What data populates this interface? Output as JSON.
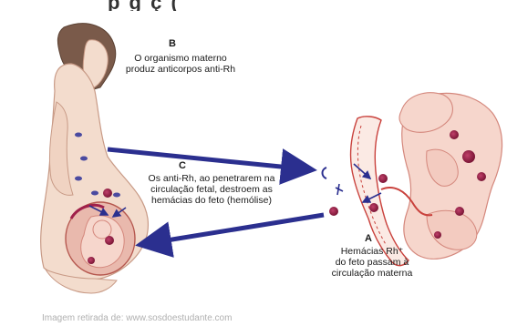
{
  "header_fragment": "p    g     ç          (",
  "labels": {
    "b_letter": "B",
    "b_text_1": "O organismo materno",
    "b_text_2": "produz anticorpos anti-Rh",
    "c_letter": "C",
    "c_text_1": "Os anti-Rh, ao penetrarem na",
    "c_text_2": "circulação fetal, destroem as",
    "c_text_3": "hemácias do feto (hemólise)",
    "a_letter": "A",
    "a_text_1": "Hemácias Rh⁺",
    "a_text_2": "do feto passam à",
    "a_text_3": "circulação materna"
  },
  "credit": "Imagem retirada de: www.sosdoestudante.com",
  "colors": {
    "arrow": "#2b2f8f",
    "skin": "#f3dccd",
    "skin_line": "#c89a86",
    "hair": "#7a5a4a",
    "fetus": "#f6d6cc",
    "fetus_line": "#d4877c",
    "cell": "#a0204a"
  }
}
